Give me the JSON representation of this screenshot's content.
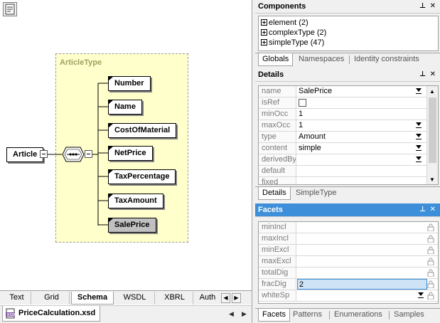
{
  "schema": {
    "type_label": "ArticleType",
    "root": "Article",
    "children": [
      "Number",
      "Name",
      "CostOfMaterial",
      "NetPrice",
      "TaxPercentage",
      "TaxAmount",
      "SalePrice"
    ],
    "selected_child": "SalePrice"
  },
  "view_tabs": [
    "Text",
    "Grid",
    "Schema",
    "WSDL",
    "XBRL",
    "Auth"
  ],
  "active_view_tab": "Schema",
  "file_tab": "PriceCalculation.xsd",
  "components": {
    "title": "Components",
    "items": [
      "element (2)",
      "complexType (2)",
      "simpleType (47)"
    ],
    "tabs": [
      "Globals",
      "Namespaces",
      "Identity constraints"
    ]
  },
  "details": {
    "title": "Details",
    "rows": [
      {
        "name": "name",
        "value": "SalePrice"
      },
      {
        "name": "isRef",
        "value": ""
      },
      {
        "name": "minOcc",
        "value": "1"
      },
      {
        "name": "maxOcc",
        "value": "1"
      },
      {
        "name": "type",
        "value": "Amount"
      },
      {
        "name": "content",
        "value": "simple"
      },
      {
        "name": "derivedBy",
        "value": ""
      },
      {
        "name": "default",
        "value": ""
      },
      {
        "name": "fixed",
        "value": ""
      }
    ],
    "tabs": [
      "Details",
      "SimpleType"
    ]
  },
  "facets": {
    "title": "Facets",
    "rows": [
      {
        "name": "minIncl",
        "value": ""
      },
      {
        "name": "maxIncl",
        "value": ""
      },
      {
        "name": "minExcl",
        "value": ""
      },
      {
        "name": "maxExcl",
        "value": ""
      },
      {
        "name": "totalDig",
        "value": ""
      },
      {
        "name": "fracDig",
        "value": "2"
      },
      {
        "name": "whiteSp",
        "value": ""
      }
    ],
    "tabs": [
      "Facets",
      "Patterns",
      "Enumerations",
      "Samples"
    ]
  },
  "colors": {
    "active_header": "#3c8fd8",
    "type_box": "#ffffcc",
    "selected_node": "#c0c0c0"
  }
}
